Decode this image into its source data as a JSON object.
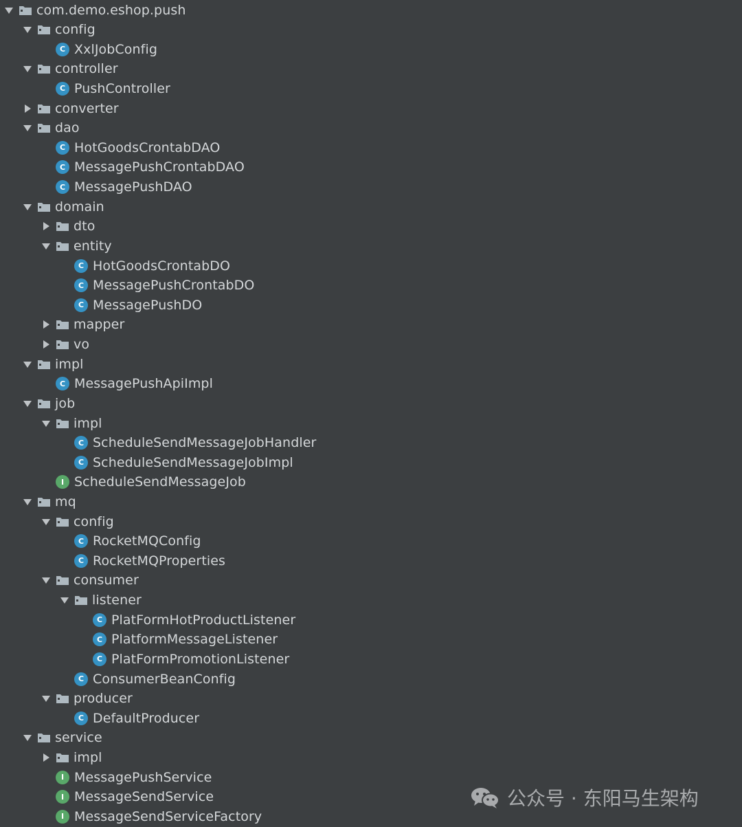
{
  "colors": {
    "background": "#3c3f41",
    "text": "#d4d7d9",
    "class_badge": "#3592c4",
    "interface_badge": "#59a869",
    "folder": "#aeb9c0",
    "arrow": "#bfc3c6"
  },
  "tree": [
    {
      "label": "com.demo.eshop.push",
      "type": "package",
      "depth": 0,
      "state": "expanded"
    },
    {
      "label": "config",
      "type": "package",
      "depth": 1,
      "state": "expanded"
    },
    {
      "label": "XxlJobConfig",
      "type": "class",
      "depth": 2
    },
    {
      "label": "controller",
      "type": "package",
      "depth": 1,
      "state": "expanded"
    },
    {
      "label": "PushController",
      "type": "class",
      "depth": 2
    },
    {
      "label": "converter",
      "type": "package",
      "depth": 1,
      "state": "collapsed"
    },
    {
      "label": "dao",
      "type": "package",
      "depth": 1,
      "state": "expanded"
    },
    {
      "label": "HotGoodsCrontabDAO",
      "type": "class",
      "depth": 2
    },
    {
      "label": "MessagePushCrontabDAO",
      "type": "class",
      "depth": 2
    },
    {
      "label": "MessagePushDAO",
      "type": "class",
      "depth": 2
    },
    {
      "label": "domain",
      "type": "package",
      "depth": 1,
      "state": "expanded"
    },
    {
      "label": "dto",
      "type": "package",
      "depth": 2,
      "state": "collapsed"
    },
    {
      "label": "entity",
      "type": "package",
      "depth": 2,
      "state": "expanded"
    },
    {
      "label": "HotGoodsCrontabDO",
      "type": "class",
      "depth": 3
    },
    {
      "label": "MessagePushCrontabDO",
      "type": "class",
      "depth": 3
    },
    {
      "label": "MessagePushDO",
      "type": "class",
      "depth": 3
    },
    {
      "label": "mapper",
      "type": "package",
      "depth": 2,
      "state": "collapsed"
    },
    {
      "label": "vo",
      "type": "package",
      "depth": 2,
      "state": "collapsed"
    },
    {
      "label": "impl",
      "type": "package",
      "depth": 1,
      "state": "expanded"
    },
    {
      "label": "MessagePushApiImpl",
      "type": "class",
      "depth": 2
    },
    {
      "label": "job",
      "type": "package",
      "depth": 1,
      "state": "expanded"
    },
    {
      "label": "impl",
      "type": "package",
      "depth": 2,
      "state": "expanded"
    },
    {
      "label": "ScheduleSendMessageJobHandler",
      "type": "class",
      "depth": 3
    },
    {
      "label": "ScheduleSendMessageJobImpl",
      "type": "class",
      "depth": 3
    },
    {
      "label": "ScheduleSendMessageJob",
      "type": "interface",
      "depth": 2
    },
    {
      "label": "mq",
      "type": "package",
      "depth": 1,
      "state": "expanded"
    },
    {
      "label": "config",
      "type": "package",
      "depth": 2,
      "state": "expanded"
    },
    {
      "label": "RocketMQConfig",
      "type": "class",
      "depth": 3
    },
    {
      "label": "RocketMQProperties",
      "type": "class",
      "depth": 3
    },
    {
      "label": "consumer",
      "type": "package",
      "depth": 2,
      "state": "expanded"
    },
    {
      "label": "listener",
      "type": "package",
      "depth": 3,
      "state": "expanded"
    },
    {
      "label": "PlatFormHotProductListener",
      "type": "class",
      "depth": 4
    },
    {
      "label": "PlatformMessageListener",
      "type": "class",
      "depth": 4
    },
    {
      "label": "PlatFormPromotionListener",
      "type": "class",
      "depth": 4
    },
    {
      "label": "ConsumerBeanConfig",
      "type": "class",
      "depth": 3
    },
    {
      "label": "producer",
      "type": "package",
      "depth": 2,
      "state": "expanded"
    },
    {
      "label": "DefaultProducer",
      "type": "class",
      "depth": 3
    },
    {
      "label": "service",
      "type": "package",
      "depth": 1,
      "state": "expanded"
    },
    {
      "label": "impl",
      "type": "package",
      "depth": 2,
      "state": "collapsed"
    },
    {
      "label": "MessagePushService",
      "type": "interface",
      "depth": 2
    },
    {
      "label": "MessageSendService",
      "type": "interface",
      "depth": 2
    },
    {
      "label": "MessageSendServiceFactory",
      "type": "interface",
      "depth": 2
    }
  ],
  "badges": {
    "class": "C",
    "interface": "I"
  },
  "watermark": {
    "text": "公众号 · 东阳马生架构",
    "icon": "wechat-icon"
  }
}
